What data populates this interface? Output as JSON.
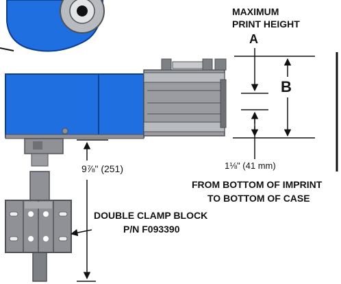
{
  "colors": {
    "housing_blue": "#1f6fe0",
    "housing_dark": "#0c3f8f",
    "metal_gray": "#8f9196",
    "metal_dark": "#4f5156",
    "line": "#111111"
  },
  "labels": {
    "max_print_height_line1": "MAXIMUM",
    "max_print_height_line2": "PRINT HEIGHT",
    "marker_a": "A",
    "marker_b": "B",
    "dimension_41mm": "1⅛\" (41 mm)",
    "dimension_251": "9⅞\" (251)",
    "note_line1": "FROM BOTTOM OF IMPRINT",
    "note_line2": "TO BOTTOM OF CASE",
    "clamp_line1": "DOUBLE CLAMP BLOCK",
    "clamp_line2": "P/N F093390"
  }
}
